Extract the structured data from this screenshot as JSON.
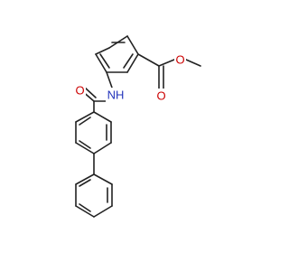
{
  "structure": {
    "atoms": [
      {
        "id": "O1",
        "label": "O",
        "color": "#cc0000"
      },
      {
        "id": "O2",
        "label": "O",
        "color": "#cc0000"
      },
      {
        "id": "O3",
        "label": "O",
        "color": "#cc0000"
      },
      {
        "id": "N1",
        "label": "NH",
        "color": "#2233bb"
      }
    ],
    "bond_color": "#222222",
    "background": "#ffffff"
  }
}
